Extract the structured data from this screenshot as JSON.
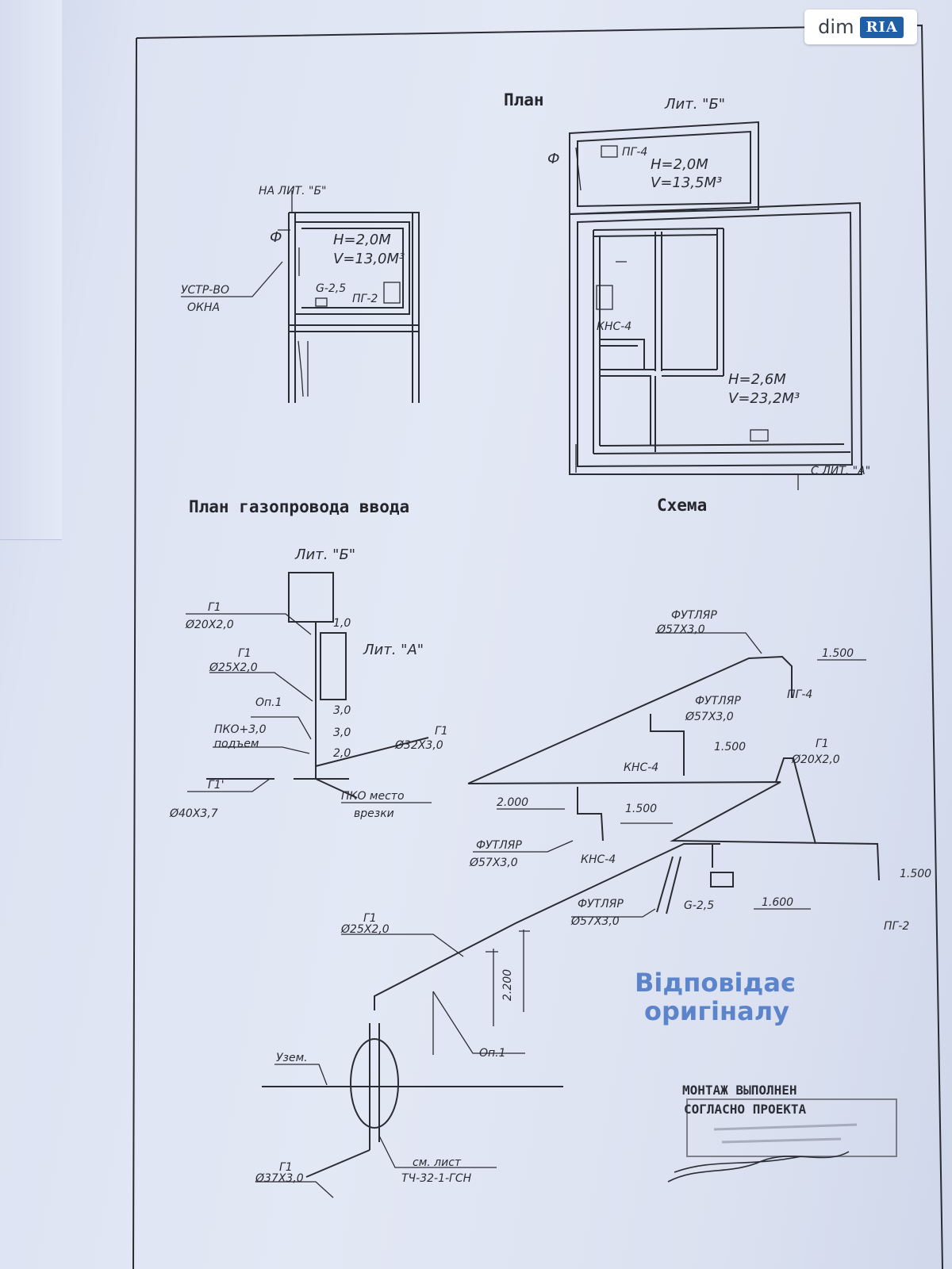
{
  "logo": {
    "dim": "dim",
    "ria": "RIA"
  },
  "titles": {
    "plan": "План",
    "inlet_plan": "План газопровода ввода",
    "scheme": "Схема"
  },
  "plan_small": {
    "to_lit": "НА ЛИТ. \"Б\"",
    "height": "H=2,0M",
    "volume": "V=13,0M³",
    "meter": "G-2,5",
    "stove": "ПГ-2",
    "window_device_1": "УСТР-ВО",
    "window_device_2": "ОКНА",
    "phi": "Ф"
  },
  "plan_large": {
    "lit_b": "Лит. \"Б\"",
    "height_top": "H=2,0M",
    "volume_top": "V=13,5M³",
    "stove": "ПГ-4",
    "boiler": "КНС-4",
    "height_main": "H=2,6M",
    "volume_main": "V=23,2M³",
    "from_lit_a": "С ЛИТ. \"А\"",
    "phi": "Ф"
  },
  "inlet_plan": {
    "lit_b": "Лит. \"Б\"",
    "lit_a": "Лит. \"А\"",
    "g1_a": "Г1",
    "pipe_20": "Ø20Х2,0",
    "g1_b": "Г1",
    "pipe_25": "Ø25Х2,0",
    "support": "Оп.1",
    "pko_1": "ПКО+3,0",
    "pko_2": "подъем",
    "g1_c": "Г1",
    "pipe_32": "Ø32Х3,0",
    "g1_d": "Г1'",
    "pipe_40": "Ø40Х3,7",
    "tie_1": "ПКО место",
    "tie_2": "врезки",
    "dim_1": "1,0",
    "dim_3a": "3,0",
    "dim_3b": "3,0",
    "dim_2": "2,0"
  },
  "scheme": {
    "sleeve_top": "ФУТЛЯР",
    "sleeve_top_d": "Ø57Х3,0",
    "elev_top": "1.500",
    "stove_top": "ПГ-4",
    "sleeve_mid": "ФУТЛЯР",
    "sleeve_mid_d": "Ø57Х3,0",
    "elev_mid": "1.500",
    "boiler_top": "КНС-4",
    "g1_right": "Г1",
    "pipe_20": "Ø20Х2,0",
    "elev_2000": "2.000",
    "elev_1500": "1.500",
    "sleeve_left": "ФУТЛЯР",
    "sleeve_left_d": "Ø57Х3,0",
    "boiler_low": "КНС-4",
    "elev_right": "1.500",
    "meter": "G-2,5",
    "elev_meter": "1.600",
    "stove_low": "ПГ-2",
    "sleeve_bottom": "ФУТЛЯР",
    "sleeve_bottom_d": "Ø57Х3,0",
    "g1_main": "Г1",
    "pipe_25": "Ø25Х2,0",
    "elev_2200": "2.200",
    "support": "Оп.1",
    "ground": "Узем.",
    "g1_bottom": "Г1",
    "pipe_37": "Ø37Х3,0",
    "insulating_1": "см. лист",
    "insulating_2": "ТЧ-32-1-ГСН"
  },
  "seal": {
    "line1": "Відповідає",
    "line2": "оригіналу"
  },
  "stamp": {
    "line1": "МОНТАЖ ВЫПОЛНЕН",
    "line2": "СОГЛАСНО ПРОЕКТА"
  },
  "colors": {
    "paper": "#e3e8f5",
    "ink": "#2a2c33",
    "seal": "#4b78c6",
    "logo_blue": "#1f5fa8"
  }
}
